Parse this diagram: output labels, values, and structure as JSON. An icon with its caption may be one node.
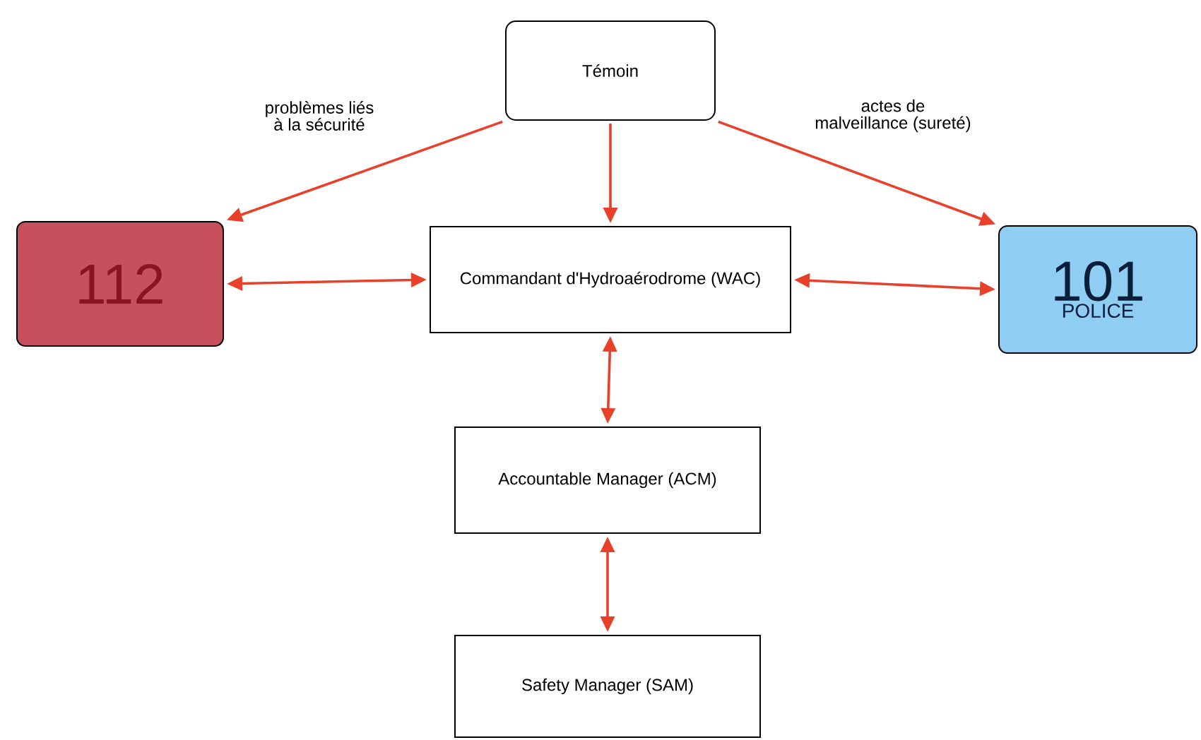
{
  "diagram": {
    "nodes": [
      {
        "text": [
          "Témoin"
        ]
      },
      {
        "text": [
          "112"
        ]
      },
      {
        "text": [
          "Commandant d'Hydroaérodrome (WAC)"
        ]
      },
      {
        "text": [
          "101",
          "POLICE"
        ]
      },
      {
        "text": [
          "Accountable Manager (ACM)"
        ]
      },
      {
        "text": [
          "Safety Manager (SAM)"
        ]
      }
    ],
    "edges": [
      {
        "from": 0,
        "to": 1,
        "arrow": "to",
        "label": "problèmes liés à la sécurité"
      },
      {
        "from": 0,
        "to": 2,
        "arrow": "to"
      },
      {
        "from": 0,
        "to": 3,
        "arrow": "to",
        "label": "actes de malveillance (sureté)"
      },
      {
        "from": 1,
        "to": 2,
        "arrow": "both"
      },
      {
        "from": 2,
        "to": 3,
        "arrow": "both"
      },
      {
        "from": 2,
        "to": 4,
        "arrow": "both"
      },
      {
        "from": 4,
        "to": 5,
        "arrow": "both"
      }
    ]
  }
}
